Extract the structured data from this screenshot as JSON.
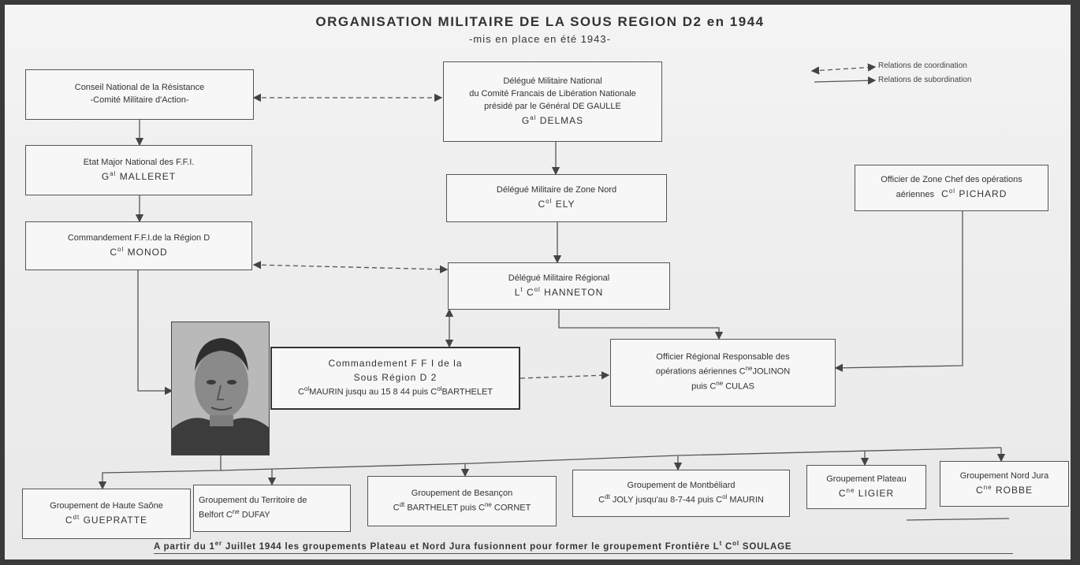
{
  "header": {
    "title": "ORGANISATION MILITAIRE DE LA SOUS REGION D2 en 1944",
    "subtitle": "-mis en place en été 1943-"
  },
  "legend": {
    "coordination": "Relations de coordination",
    "subordination": "Relations de subordination"
  },
  "boxes": {
    "cnr": {
      "line1": "Conseil National de la Résistance",
      "line2": "-Comité Militaire d'Action-"
    },
    "dmn": {
      "line1": "Délégué Militaire National",
      "line2": "du Comité Francais de Libération Nationale",
      "line3": "présidé par le Général DE GAULLE",
      "line4_prefix": "G",
      "line4_sup": "al",
      "line4_name": " DELMAS"
    },
    "emn": {
      "line1": "Etat Major National des F.F.I.",
      "line2_prefix": "G",
      "line2_sup": "al",
      "line2_name": " MALLERET"
    },
    "dmzn": {
      "line1": "Délégué Militaire de Zone Nord",
      "line2_prefix": "C",
      "line2_sup": "ol",
      "line2_name": " ELY"
    },
    "ozc": {
      "line1": "Officier de Zone Chef des opérations",
      "line2": "aériennes",
      "line2_prefix": "C",
      "line2_sup": "ol",
      "line2_name": " PICHARD"
    },
    "cffird": {
      "line1": "Commandement F.F.I.de la Région D",
      "line2_prefix": "C",
      "line2_sup": "ol",
      "line2_name": " MONOD"
    },
    "dmr": {
      "line1": "Délégué Militaire Régional",
      "line2_prefix": "L",
      "line2_sup1": "t",
      "line2_mid": " C",
      "line2_sup2": "ol",
      "line2_name": " HANNETON"
    },
    "cffid2": {
      "line1": "Commandement F F I de la",
      "line2": "Sous Région D 2",
      "line3_prefix": "C",
      "line3_sup": "ol",
      "line3_a": "MAURIN",
      "line3_b": " jusqu au 15 8 44 puis ",
      "line3_prefix2": "C",
      "line3_sup2": "ol",
      "line3_c": "BARTHELET"
    },
    "orr": {
      "line1": "Officier Régional Responsable des",
      "line2_a": "opérations aériennes C",
      "line2_sup": "ne",
      "line2_b": "JOLINON",
      "line3_a": "puis C",
      "line3_sup": "ne",
      "line3_b": " CULAS"
    }
  },
  "groups": [
    {
      "line1": "Groupement de Haute Saône",
      "prefix": "C",
      "sup": "dt",
      "name": " GUEPRATTE"
    },
    {
      "line1": "Groupement du Territoire de",
      "line2_a": "Belfort C",
      "sup": "ne",
      "name": " DUFAY"
    },
    {
      "line1": "Groupement de Besançon",
      "prefix": "C",
      "sup": "dt",
      "mid": " BARTHELET puis C",
      "sup2": "ne",
      "name": " CORNET"
    },
    {
      "line1": "Groupement de Montbéliard",
      "prefix": "C",
      "sup": "dt",
      "mid": " JOLY jusqu'au 8-7-44 puis C",
      "sup2": "ol",
      "name": " MAURIN"
    },
    {
      "line1": "Groupement Plateau",
      "prefix": "C",
      "sup": "ne",
      "name": " LIGIER"
    },
    {
      "line1": "Groupement Nord Jura",
      "prefix": "C",
      "sup": "ne",
      "name": " ROBBE"
    }
  ],
  "footer": {
    "a": "A partir du 1",
    "sup1": "er",
    "b": " Juillet 1944 les groupements Plateau et Nord Jura fusionnent pour former le groupement Frontière L",
    "sup2": "t",
    "c": " C",
    "sup3": "ol",
    "d": " SOULAGE"
  },
  "colors": {
    "board": "#eeeeee",
    "frame": "#3a3a3a",
    "ink": "#333333"
  }
}
